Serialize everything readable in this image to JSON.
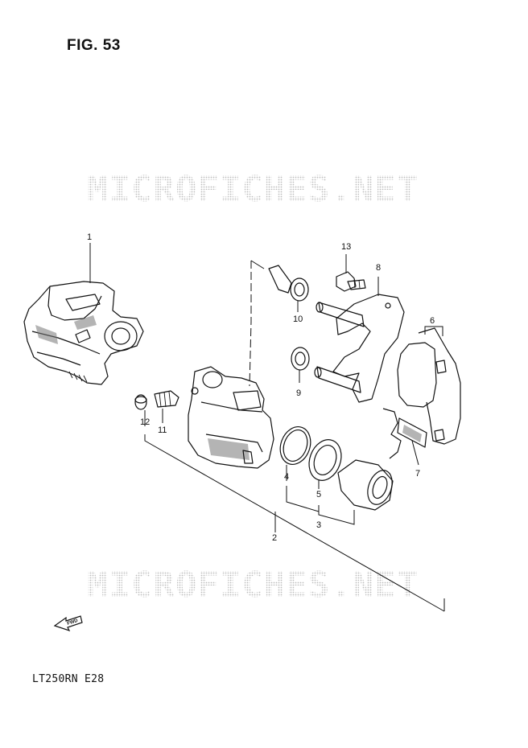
{
  "figure": {
    "title": "FIG. 53",
    "model_code": "LT250RN  E28"
  },
  "watermark": {
    "text": "MICROFICHES.NET",
    "color": "#c9c9c9"
  },
  "fwd_arrow": {
    "label": "FWD",
    "icon": "forward-arrow-icon"
  },
  "callouts": [
    "1",
    "2",
    "3",
    "4",
    "5",
    "6",
    "7",
    "8",
    "9",
    "10",
    "11",
    "12",
    "13"
  ]
}
